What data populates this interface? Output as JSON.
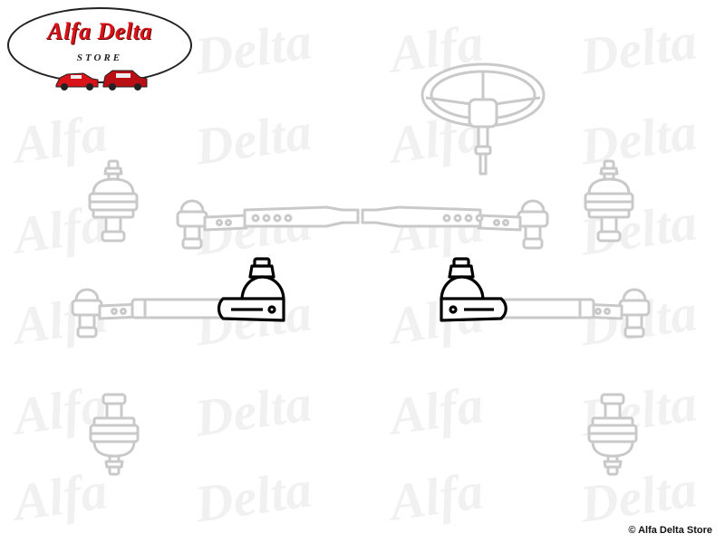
{
  "logo": {
    "brand": "Alfa Delta",
    "store": "STORE"
  },
  "watermark": {
    "words": [
      "Alfa",
      "Delta"
    ]
  },
  "copyright": "© Alfa Delta Store",
  "colors": {
    "logo_red": "#d8141a",
    "faded_part": "#c9c9c9",
    "highlight_part": "#000000",
    "watermark": "#f1f1f1"
  }
}
